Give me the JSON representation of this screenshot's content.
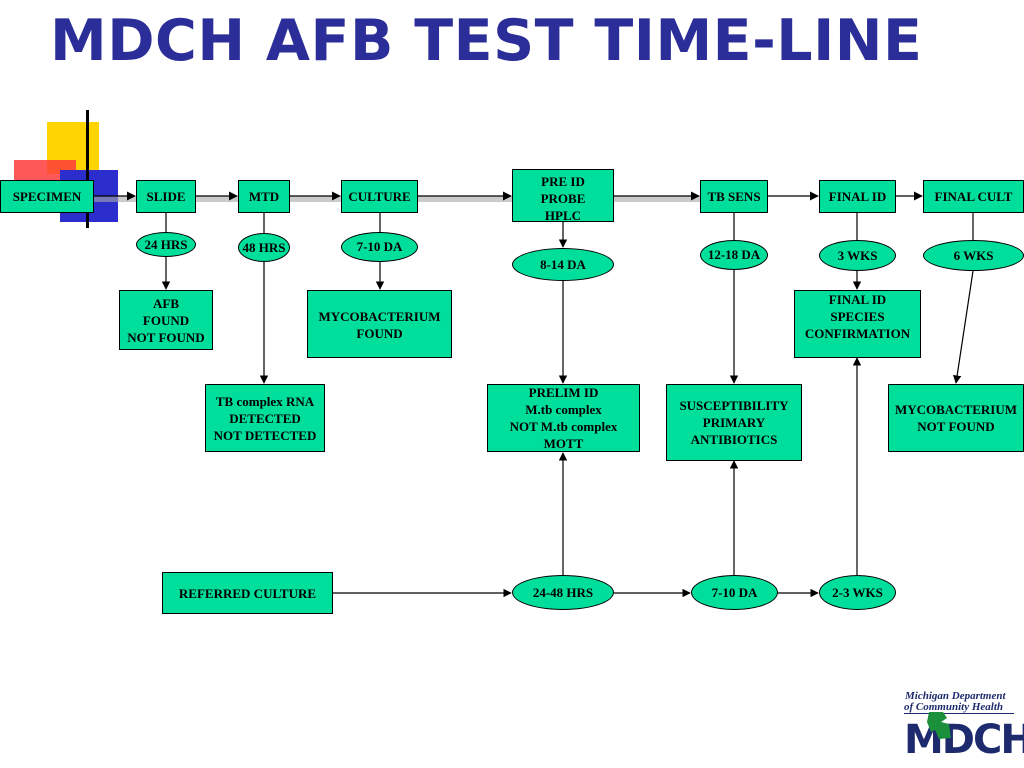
{
  "title": "MDCH AFB TEST TIME-LINE",
  "colors": {
    "title": "#2b2d99",
    "node_fill": "#00de9b",
    "deco_yellow": "#ffd400",
    "deco_red": "#ff3b3b",
    "deco_blue": "#2b2dcc",
    "logo": "#1e2a6e"
  },
  "boxes": {
    "specimen": "SPECIMEN",
    "slide": "SLIDE",
    "mtd": "MTD",
    "culture": "CULTURE",
    "pre_id": "PRE ID\nPROBE\nHPLC",
    "tb_sens": "TB SENS",
    "final_id": "FINAL ID",
    "final_cult": "FINAL CULT",
    "afb_found": "AFB\nFOUND\nNOT FOUND",
    "myco_found": "MYCOBACTERIUM\nFOUND",
    "final_id_species": "FINAL ID\nSPECIES\nCONFIRMATION",
    "tb_rna": "TB complex RNA\nDETECTED\nNOT DETECTED",
    "prelim_id": "PRELIM ID\nM.tb complex\nNOT M.tb complex\nMOTT",
    "susceptibility": "SUSCEPTIBILITY\nPRIMARY\nANTIBIOTICS",
    "myco_not_found": "MYCOBACTERIUM\nNOT FOUND",
    "referred_culture": "REFERRED CULTURE"
  },
  "ovals": {
    "hrs24": "24 HRS",
    "hrs48": "48 HRS",
    "da7_10": "7-10 DA",
    "da8_14": "8-14 DA",
    "da12_18": "12-18 DA",
    "wks3": "3 WKS",
    "wks6": "6 WKS",
    "hrs24_48": "24-48 HRS",
    "da7_10_b": "7-10 DA",
    "wks2_3": "2-3 WKS"
  },
  "logo": {
    "line1": "Michigan Department",
    "line2": "of Community Health",
    "acronym": "MDCH"
  }
}
